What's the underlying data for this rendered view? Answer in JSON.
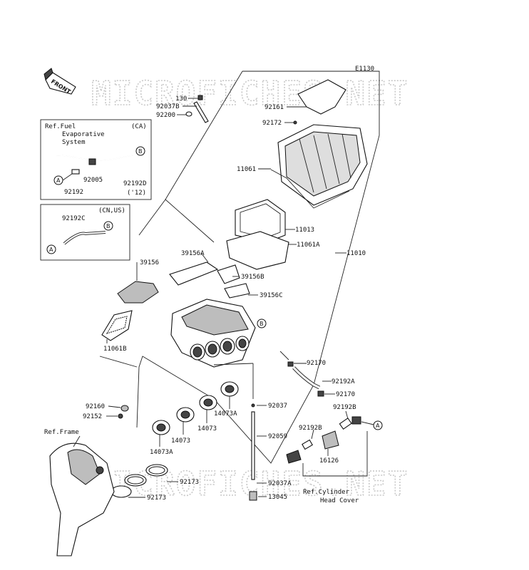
{
  "diagram_code": "E1130",
  "watermarks": [
    "MICROFICHES.NET",
    "MICROFICHES.NET"
  ],
  "front_label": "FRONT",
  "boxes": {
    "ca_box": {
      "title_line1": "Ref.Fuel",
      "title_line2": "Evaporative",
      "title_line3": "System",
      "region": "(CA)",
      "year": "('12)",
      "parts": [
        "92005",
        "92192",
        "92192D"
      ]
    },
    "cnus_box": {
      "region": "(CN,US)",
      "parts": [
        "92192C"
      ]
    }
  },
  "refs": {
    "frame": "Ref.Frame",
    "cyl_line1": "Ref.Cylinder",
    "cyl_line2": "Head Cover"
  },
  "callouts": {
    "a": "A",
    "b": "B"
  },
  "part_numbers": {
    "p130": "130",
    "p92037B": "92037B",
    "p92200": "92200",
    "p92161": "92161",
    "p92172": "92172",
    "p11061": "11061",
    "p11013": "11013",
    "p11061A": "11061A",
    "p11010": "11010",
    "p39156": "39156",
    "p39156A": "39156A",
    "p39156B": "39156B",
    "p39156C": "39156C",
    "p11061B": "11061B",
    "p92170a": "92170",
    "p92192A": "92192A",
    "p92170b": "92170",
    "p92192Bc": "92192B",
    "p92192Bd": "92192B",
    "p16126": "16126",
    "p92160": "92160",
    "p92152": "92152",
    "p14073A1": "14073A",
    "p14073a": "14073",
    "p14073b": "14073",
    "p14073A2": "14073A",
    "p92037": "92037",
    "p92059": "92059",
    "p92037A": "92037A",
    "p13045": "13045",
    "p92173a": "92173",
    "p92173b": "92173"
  }
}
